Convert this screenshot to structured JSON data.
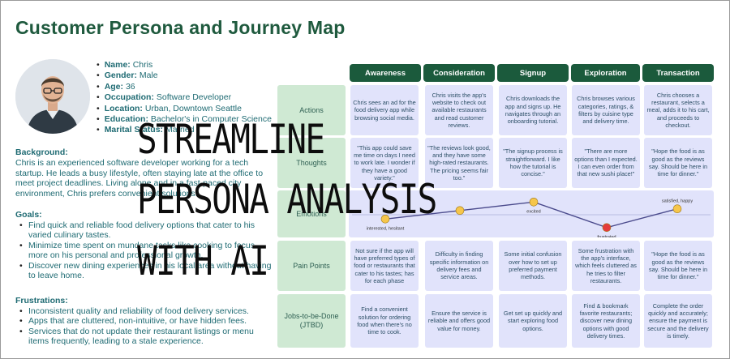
{
  "title": "Customer Persona and Journey Map",
  "profile": [
    {
      "key": "Name:",
      "value": "Chris"
    },
    {
      "key": "Gender:",
      "value": "Male"
    },
    {
      "key": "Age:",
      "value": "36"
    },
    {
      "key": "Occupation:",
      "value": "Software Developer"
    },
    {
      "key": "Location:",
      "value": "Urban, Downtown Seattle"
    },
    {
      "key": "Education:",
      "value": "Bachelor's in Computer Science"
    },
    {
      "key": "Marital Status:",
      "value": "Married"
    }
  ],
  "background": {
    "heading": "Background:",
    "text": "Chris is an experienced software developer working for a tech startup. He leads a busy lifestyle, often staying late at the office to meet project deadlines. Living alone and in a fast-paced city environment, Chris prefers convenient solutions."
  },
  "goals": {
    "heading": "Goals:",
    "items": [
      "Find quick and reliable food delivery options that cater to his varied culinary tastes.",
      "Minimize time spent on mundane tasks like cooking to focus more on his personal and professional growth.",
      "Discover new dining experiences in his local area without having to leave home."
    ]
  },
  "frustrations": {
    "heading": "Frustrations:",
    "items": [
      "Inconsistent quality and reliability of food delivery services.",
      "Apps that are cluttered, non-intuitive, or have hidden fees.",
      "Services that do not update their restaurant listings or menu items frequently, leading to a stale experience."
    ]
  },
  "stages": [
    "Awareness",
    "Consideration",
    "Signup",
    "Exploration",
    "Transaction"
  ],
  "rows": {
    "actions": {
      "label": "Actions",
      "cells": [
        "Chris sees an ad for the food delivery app while browsing social media.",
        "Chris visits the app's website to check out available restaurants and read customer reviews.",
        "Chris downloads the app and signs up. He navigates through an onboarding tutorial.",
        "Chris browses various categories, ratings, & filters by cuisine type and delivery time.",
        "Chris chooses a restaurant, selects a meal, adds it to his cart, and proceeds to checkout."
      ]
    },
    "thoughts": {
      "label": "Thoughts",
      "cells": [
        "\"This app could save me time on days I need to work late. I wonder if they have a good variety.\"",
        "\"The reviews look good, and they have some high-rated restaurants. The pricing seems fair too.\"",
        "\"The signup process is straightforward. I like how the tutorial is concise.\"",
        "\"There are more options than I expected. I can even order from that new sushi place!\"",
        "\"Hope the food is as good as the reviews say. Should be here in time for dinner.\""
      ]
    },
    "emotions": {
      "label": "Emotions",
      "points": [
        {
          "stage": "Awareness",
          "label": "interested, hesitant",
          "level": 0.35
        },
        {
          "stage": "Consideration",
          "label": "",
          "level": 0.6
        },
        {
          "stage": "Signup",
          "label": "excited",
          "level": 0.85
        },
        {
          "stage": "Exploration",
          "label": "frustrated",
          "level": 0.1
        },
        {
          "stage": "Transaction",
          "label": "satisfied, happy",
          "level": 0.65
        }
      ]
    },
    "pain_points": {
      "label": "Pain Points",
      "cells": [
        "Not sure if the app will have preferred types of food or restaurants that cater to his tastes; has for each phase",
        "Difficulty in finding specific information on delivery fees and service areas.",
        "Some initial confusion over how to set up preferred payment methods.",
        "Some frustration with the app's interface, which feels cluttered as he tries to filter restaurants.",
        "\"Hope the food is as good as the reviews say. Should be here in time for dinner.\""
      ]
    },
    "jtbd": {
      "label": "Jobs-to-be-Done (JTBD)",
      "cells": [
        "Find a convenient solution for ordering food when there's no time to cook.",
        "Ensure the service is reliable and offers good value for money.",
        "Get set up quickly and start exploring food options.",
        "Find & bookmark favorite restaurants; discover new dining options with good delivery times.",
        "Complete the order quickly and accurately; ensure the payment is secure and the delivery is timely."
      ]
    }
  },
  "overlay_lines": [
    "STREAMLINE",
    "PERSONA ANALYSIS",
    "WITH AI"
  ],
  "colors": {
    "title": "#1f5a3e",
    "stage_header": "#1b5a3c",
    "row_label_bg": "#cfe9d3",
    "cell_bg": "#e1e3fb"
  }
}
